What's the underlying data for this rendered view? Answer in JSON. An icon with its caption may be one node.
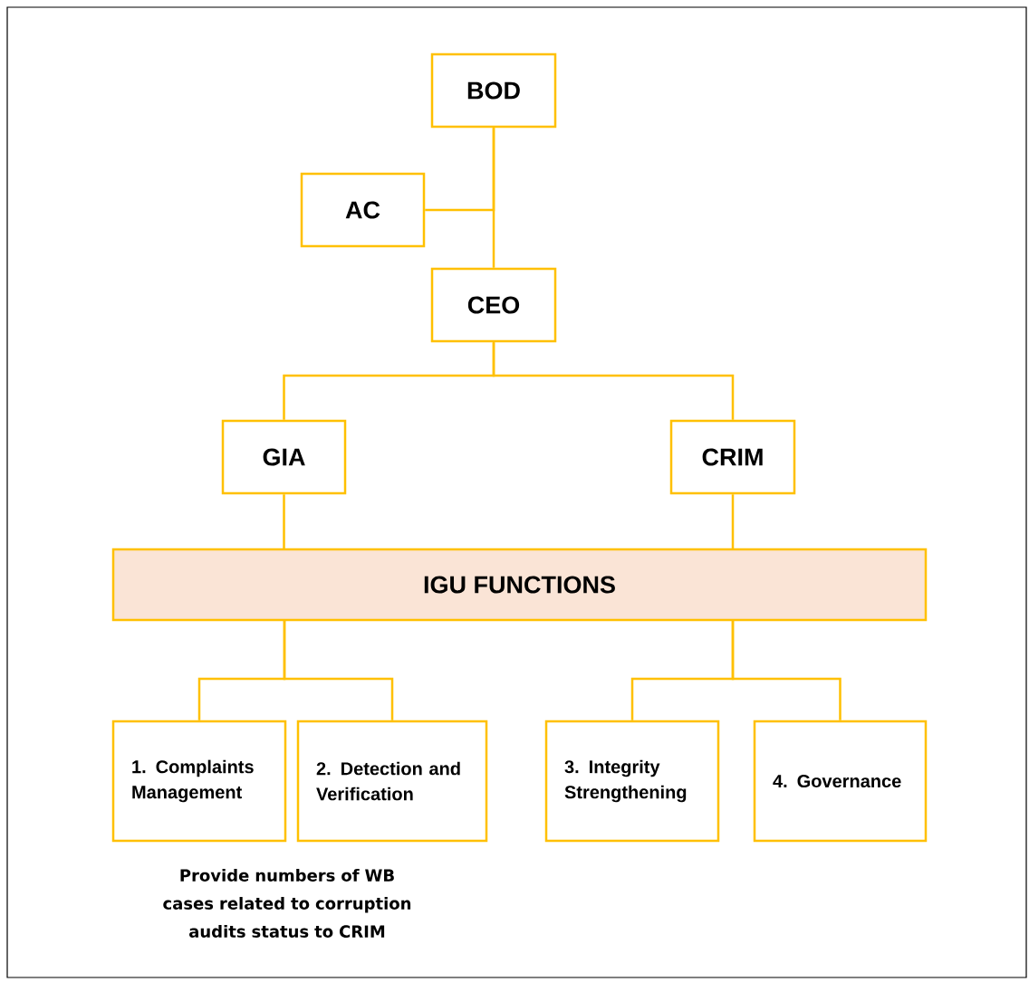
{
  "diagram": {
    "nodes": [
      {
        "text": [
          "BOD"
        ]
      },
      {
        "text": [
          "AC"
        ]
      },
      {
        "text": [
          "CEO"
        ]
      },
      {
        "text": [
          "GIA"
        ]
      },
      {
        "text": [
          "CRIM"
        ]
      },
      {
        "text": [
          "IGU FUNCTIONS"
        ]
      },
      {
        "text": [
          "1. Complaints Management"
        ]
      },
      {
        "text": [
          "2. Detection and Verification"
        ]
      },
      {
        "text": [
          "3. Integrity Strengthening"
        ]
      },
      {
        "text": [
          "4. Governance"
        ]
      }
    ],
    "edges": [
      {
        "from": 0,
        "to": 2,
        "arrow": "none"
      },
      {
        "from": 1,
        "to": 0,
        "arrow": "none"
      },
      {
        "from": 2,
        "to": 3,
        "arrow": "none"
      },
      {
        "from": 2,
        "to": 4,
        "arrow": "none"
      },
      {
        "from": 3,
        "to": 5,
        "arrow": "none"
      },
      {
        "from": 4,
        "to": 5,
        "arrow": "none"
      },
      {
        "from": 5,
        "to": 6,
        "arrow": "none"
      },
      {
        "from": 5,
        "to": 7,
        "arrow": "none"
      },
      {
        "from": 5,
        "to": 8,
        "arrow": "none"
      },
      {
        "from": 5,
        "to": 9,
        "arrow": "none"
      }
    ],
    "labels": [
      "Provide numbers of WB cases related to corruption audits status to CRIM"
    ]
  }
}
